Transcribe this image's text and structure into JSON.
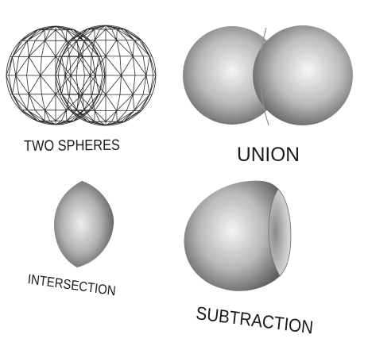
{
  "panels": {
    "two_spheres": {
      "label": "TWO SPHERES"
    },
    "union": {
      "label": "UNION"
    },
    "intersection": {
      "label": "INTERSECTION"
    },
    "subtraction": {
      "label": "SUBTRACTION"
    }
  },
  "colors": {
    "background": "#ffffff",
    "sphere_light": "#f2f2f2",
    "sphere_mid": "#b4b4b4",
    "sphere_dark": "#5a5a5a",
    "wireframe": "#2a2a2a",
    "text": "#1a1a1a"
  }
}
